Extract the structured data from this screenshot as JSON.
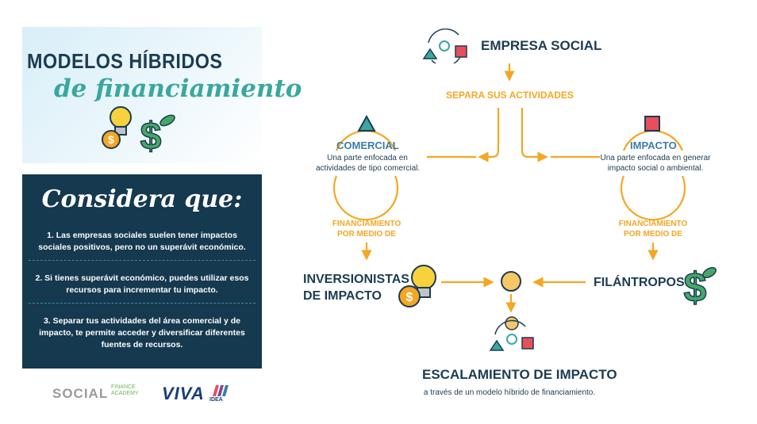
{
  "title": {
    "line1": "MODELOS HÍBRIDOS",
    "line2": "de financiamiento"
  },
  "consider": {
    "heading": "Considera que:",
    "points": [
      {
        "line1": "1. Las empresas sociales suelen tener impactos",
        "line2": "sociales positivos, pero no un superávit económico."
      },
      {
        "line1": "2. Si tienes superávit económico, puedes utilizar esos",
        "line2": "recursos para incrementar tu impacto."
      },
      {
        "line1": "3. Separar tus actividades del área comercial y de",
        "line2": "impacto, te permite acceder y diversificar diferentes",
        "line3": "fuentes de recursos."
      }
    ]
  },
  "logos": {
    "social": "SOCIAL",
    "social_sub1": "FINANCE",
    "social_sub2": "ACADEMY",
    "viva": "VIVA",
    "idea": "IDEA"
  },
  "diagram": {
    "empresa": "EMPRESA SOCIAL",
    "separa": "SEPARA SUS ACTIVIDADES",
    "comercial": {
      "title": "COMERCIAL",
      "desc1": "Una parte enfocada en",
      "desc2": "actividades de tipo comercial."
    },
    "impacto": {
      "title": "IMPACTO",
      "desc1": "Una parte enfocada en generar",
      "desc2": "impacto social o ambiental."
    },
    "fin_left": {
      "line1": "FINANCIAMIENTO",
      "line2": "POR MEDIO DE"
    },
    "fin_right": {
      "line1": "FINANCIAMIENTO",
      "line2": "POR MEDIO DE"
    },
    "inversionistas": {
      "line1": "INVERSIONISTAS",
      "line2": "DE IMPACTO"
    },
    "filantropos": "FILÁNTROPOS",
    "escalamiento": "ESCALAMIENTO DE IMPACTO",
    "escalamiento_sub": "a través de un modelo híbrido de financiamiento.",
    "dollar": "$"
  },
  "colors": {
    "navy": "#1c3c52",
    "orange": "#f5a623",
    "teal": "#3aa7a0",
    "blue": "#3b7ea7",
    "red": "#e84e5c",
    "green": "#46a866"
  }
}
